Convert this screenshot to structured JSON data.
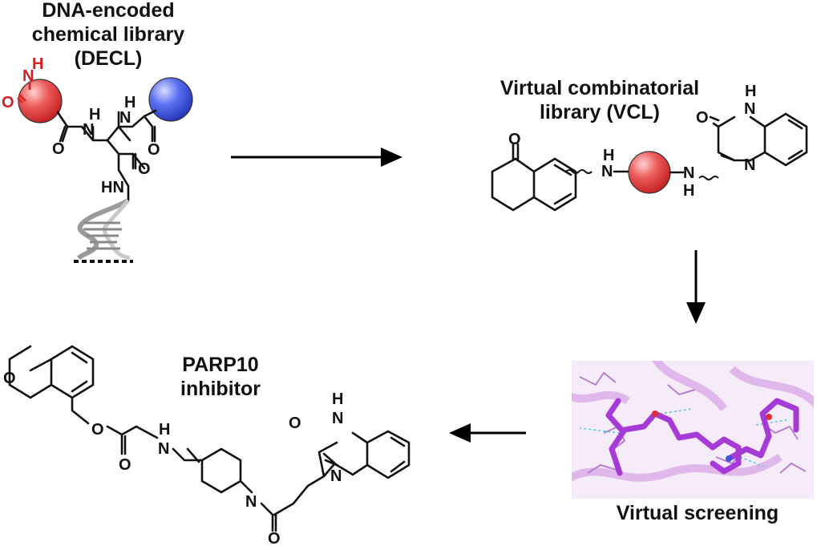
{
  "decl": {
    "title_lines": [
      "DNA-encoded",
      "chemical library",
      "(DECL)"
    ],
    "atoms": {
      "n_top": "N",
      "h_top": "H",
      "o_red": "O",
      "h1": "H",
      "n1": "N",
      "h2": "H",
      "n2": "N",
      "o1": "O",
      "o2": "O",
      "o3": "O",
      "hn": "HN"
    }
  },
  "vcl": {
    "title_lines": [
      "Virtual combinatorial",
      "library (VCL)"
    ],
    "atoms": {
      "o_ketone": "O",
      "h_a": "H",
      "n_a": "N",
      "n_b": "N",
      "h_b": "H",
      "h_q": "H",
      "n_q1": "N",
      "o_q": "O",
      "n_q2": "N"
    }
  },
  "parp": {
    "title_lines": [
      "PARP10",
      "inhibitor"
    ],
    "atoms": {
      "o_ketone": "O",
      "o_ether": "O",
      "h_amide": "H",
      "n_amide": "N",
      "o_amide": "O",
      "n_pip": "N",
      "o_pip": "O",
      "h_q": "H",
      "n_q1": "N",
      "o_q": "O",
      "n_q2": "N"
    }
  },
  "screening": {
    "label": "Virtual screening"
  },
  "colors": {
    "red_block": "#e23a3a",
    "blue_block": "#3a55e0",
    "protein": "#c77ddd",
    "ligand": "#a63ad6"
  }
}
